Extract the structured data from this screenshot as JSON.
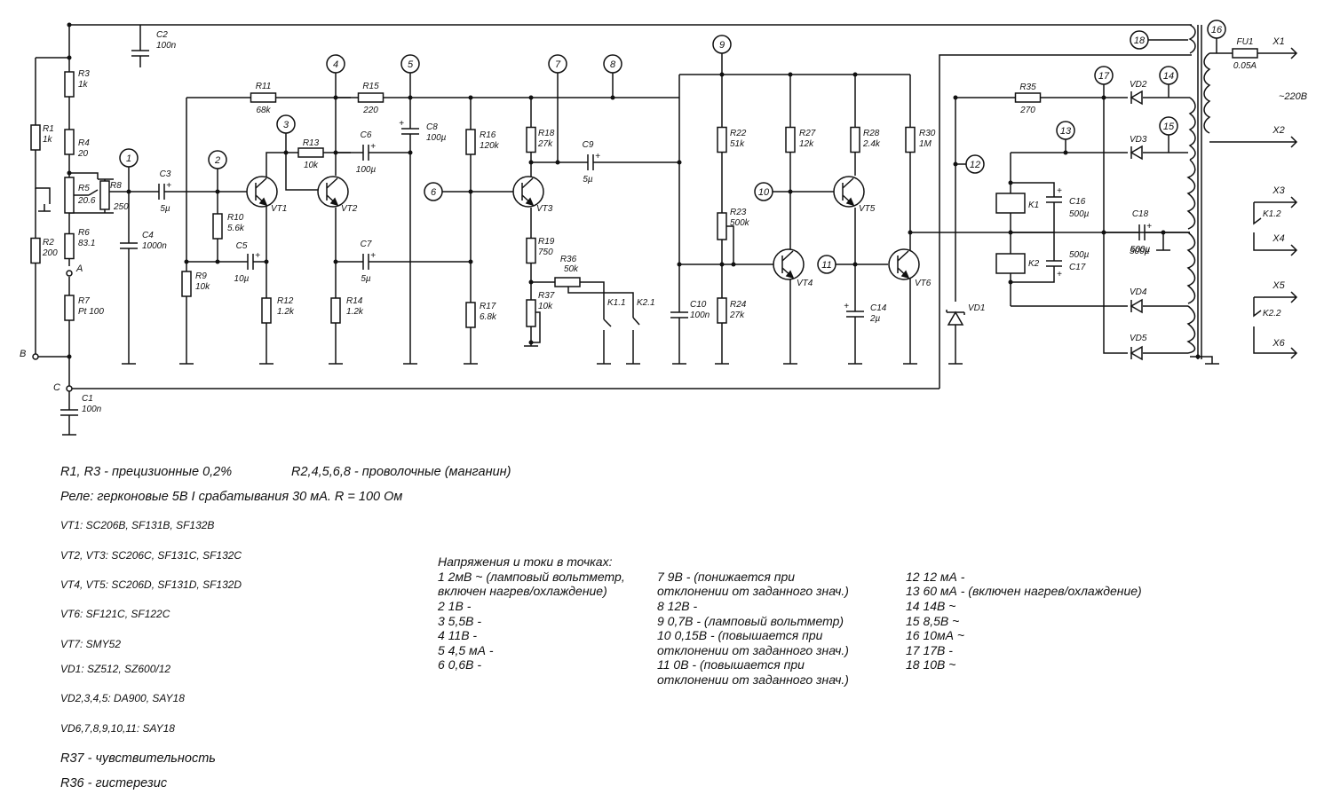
{
  "components": {
    "resistors": [
      {
        "ref": "R1",
        "val": "1k"
      },
      {
        "ref": "R2",
        "val": "200"
      },
      {
        "ref": "R3",
        "val": "1k"
      },
      {
        "ref": "R4",
        "val": "20"
      },
      {
        "ref": "R5",
        "val": "20.6"
      },
      {
        "ref": "R6",
        "val": "83.1"
      },
      {
        "ref": "R7",
        "val": "Pt 100"
      },
      {
        "ref": "R8",
        "val": "250"
      },
      {
        "ref": "R9",
        "val": "10k"
      },
      {
        "ref": "R10",
        "val": "5.6k"
      },
      {
        "ref": "R11",
        "val": "68k"
      },
      {
        "ref": "R12",
        "val": "1.2k"
      },
      {
        "ref": "R13",
        "val": "10k"
      },
      {
        "ref": "R14",
        "val": "1.2k"
      },
      {
        "ref": "R15",
        "val": "220"
      },
      {
        "ref": "R16",
        "val": "120k"
      },
      {
        "ref": "R17",
        "val": "6.8k"
      },
      {
        "ref": "R18",
        "val": "27k"
      },
      {
        "ref": "R19",
        "val": "750"
      },
      {
        "ref": "R22",
        "val": "51k"
      },
      {
        "ref": "R23",
        "val": "500k"
      },
      {
        "ref": "R24",
        "val": "27k"
      },
      {
        "ref": "R27",
        "val": "12k"
      },
      {
        "ref": "R28",
        "val": "2.4k"
      },
      {
        "ref": "R30",
        "val": "1M"
      },
      {
        "ref": "R35",
        "val": "270"
      },
      {
        "ref": "R36",
        "val": "50k"
      },
      {
        "ref": "R37",
        "val": "10k"
      }
    ],
    "capacitors": [
      {
        "ref": "C1",
        "val": "100n"
      },
      {
        "ref": "C2",
        "val": "100n"
      },
      {
        "ref": "C3",
        "val": "5µ"
      },
      {
        "ref": "C4",
        "val": "1000n"
      },
      {
        "ref": "C5",
        "val": "10µ"
      },
      {
        "ref": "C6",
        "val": "100µ"
      },
      {
        "ref": "C7",
        "val": "5µ"
      },
      {
        "ref": "C8",
        "val": "100µ"
      },
      {
        "ref": "C9",
        "val": "5µ"
      },
      {
        "ref": "C10",
        "val": "100n"
      },
      {
        "ref": "C14",
        "val": "2µ"
      },
      {
        "ref": "C16",
        "val": "500µ"
      },
      {
        "ref": "C17",
        "val": "500µ"
      },
      {
        "ref": "C18",
        "val": "500µ"
      }
    ],
    "transistors": [
      "VT1",
      "VT2",
      "VT3",
      "VT4",
      "VT5",
      "VT6"
    ],
    "diodes": [
      "VD1",
      "VD2",
      "VD3",
      "VD4",
      "VD5"
    ],
    "relays": [
      "K1",
      "K2"
    ],
    "contacts": [
      "K1.1",
      "K2.1",
      "K1.2",
      "K2.2"
    ],
    "fuse": {
      "ref": "FU1",
      "val": "0.05A"
    },
    "terminals": [
      "X1",
      "X2",
      "X3",
      "X4",
      "X5",
      "X6"
    ],
    "nodes": [
      "A",
      "B",
      "C"
    ],
    "mains": "~220В",
    "test_points": [
      "1",
      "2",
      "3",
      "4",
      "5",
      "6",
      "7",
      "8",
      "9",
      "10",
      "11",
      "12",
      "13",
      "14",
      "15",
      "16",
      "17",
      "18"
    ]
  },
  "notes": {
    "line1a": "R1, R3 - прецизионные 0,2%",
    "line1b": "R2,4,5,6,8 - проволочные (манганин)",
    "line2": "Реле: герконовые 5В  I срабатывания 30 мА. R = 100 Ом",
    "parts": [
      "VT1: SC206B, SF131B, SF132B",
      "VT2, VT3: SC206C, SF131C, SF132C",
      "VT4, VT5: SC206D, SF131D, SF132D",
      "VT6: SF121C, SF122C",
      "VT7: SMY52",
      "VD1: SZ512, SZ600/12",
      "VD2,3,4,5: DA900, SAY18",
      "VD6,7,8,9,10,11: SAY18"
    ],
    "r37": "R37 - чувствительность",
    "r36": "R36 - гистерезис"
  },
  "measurements": {
    "heading": "Напряжения и токи в точках:",
    "col1": [
      "1   2мВ ~ (ламповый вольтметр,",
      "     включен нагрев/охлаждение)",
      "2   1В -",
      "3   5,5В -",
      "4   11В -",
      "5   4,5 мА -",
      "6   0,6В -"
    ],
    "col2": [
      "7   9В -      (понижается при",
      "     отклонении от заданного знач.)",
      "8   12В -",
      "9   0,7В - (ламповый вольтметр)",
      "10   0,15В - (повышается при",
      "     отклонении от заданного знач.)",
      "11   0В -   (повышается при",
      "     отклонении от заданного знач.)"
    ],
    "col3": [
      "12   12 мА -",
      "13    60 мА - (включен нагрев/охлаждение)",
      "14   14В ~",
      "15   8,5В ~",
      "16   10мА ~",
      "17   17В -",
      "18   10В ~"
    ]
  }
}
